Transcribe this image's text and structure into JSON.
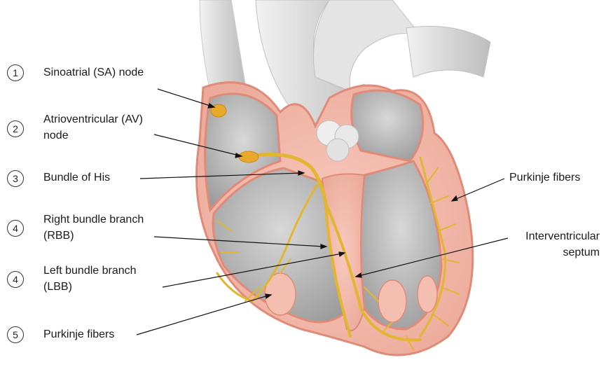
{
  "labels": [
    {
      "number": "1",
      "text": "Sinoatrial (SA) node"
    },
    {
      "number": "2",
      "line1": "Atrioventricular (AV)",
      "line2": "node"
    },
    {
      "number": "3",
      "text": "Bundle of His"
    },
    {
      "number": "4",
      "line1": "Right bundle branch",
      "line2": "(RBB)"
    },
    {
      "number": "4",
      "line1": "Left bundle branch",
      "line2": "(LBB)"
    },
    {
      "number": "5",
      "text": "Purkinje fibers"
    }
  ],
  "right_labels": {
    "purkinje": "Purkinje fibers",
    "septum_line1": "Interventricular",
    "septum_line2": "septum"
  },
  "colors": {
    "conduction": "#e2b630",
    "node": "#e8a92a",
    "myocardium": "#f2b5a6",
    "outline": "#e58d7c",
    "vessel": "#dcdcdc",
    "chamber": "#cfcfcf"
  }
}
